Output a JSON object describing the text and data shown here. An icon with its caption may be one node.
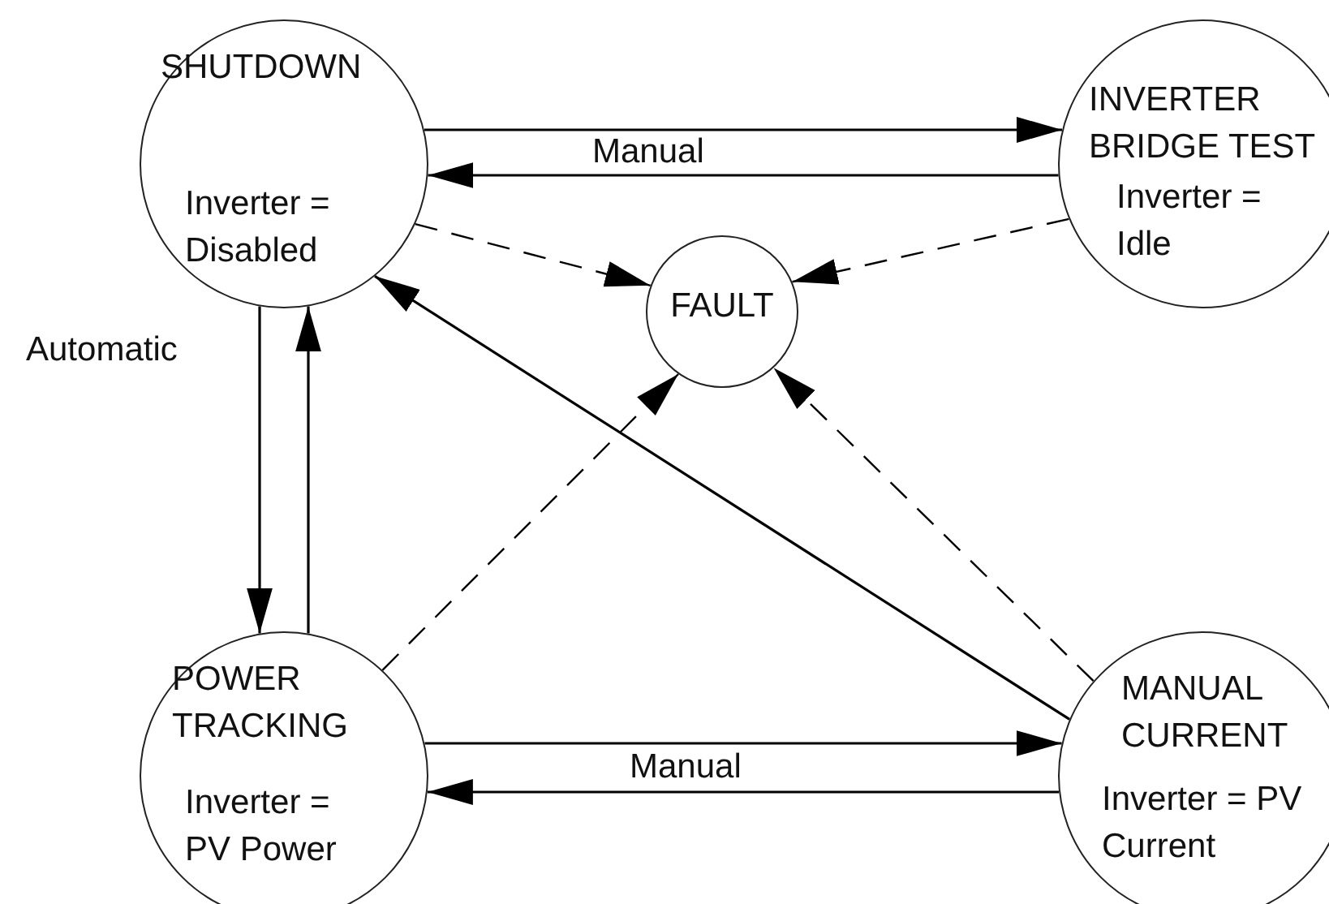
{
  "diagram": {
    "nodes": [
      {
        "text": [
          "SHUTDOWN",
          "Inverter = Disabled"
        ]
      },
      {
        "text": [
          "INVERTER BRIDGE TEST",
          "Inverter = Idle"
        ]
      },
      {
        "text": [
          "FAULT"
        ]
      },
      {
        "text": [
          "POWER TRACKING",
          "Inverter = PV Power"
        ]
      },
      {
        "text": [
          "MANUAL CURRENT",
          "Inverter = PV Current"
        ]
      }
    ],
    "edges": [
      {
        "from": 0,
        "to": 1,
        "arrow": "to",
        "label": "Manual"
      },
      {
        "from": 1,
        "to": 0,
        "arrow": "to"
      },
      {
        "from": 0,
        "to": 3,
        "arrow": "to"
      },
      {
        "from": 3,
        "to": 0,
        "arrow": "to"
      },
      {
        "from": 4,
        "to": 0,
        "arrow": "to"
      },
      {
        "from": 0,
        "to": 2,
        "arrow": "to",
        "style": "dashed"
      },
      {
        "from": 1,
        "to": 2,
        "arrow": "to",
        "style": "dashed"
      },
      {
        "from": 3,
        "to": 2,
        "arrow": "to",
        "style": "dashed"
      },
      {
        "from": 4,
        "to": 2,
        "arrow": "to",
        "style": "dashed"
      },
      {
        "from": 3,
        "to": 4,
        "arrow": "to",
        "label": "Manual"
      },
      {
        "from": 4,
        "to": 3,
        "arrow": "to"
      }
    ],
    "labels": [
      "Automatic"
    ]
  }
}
